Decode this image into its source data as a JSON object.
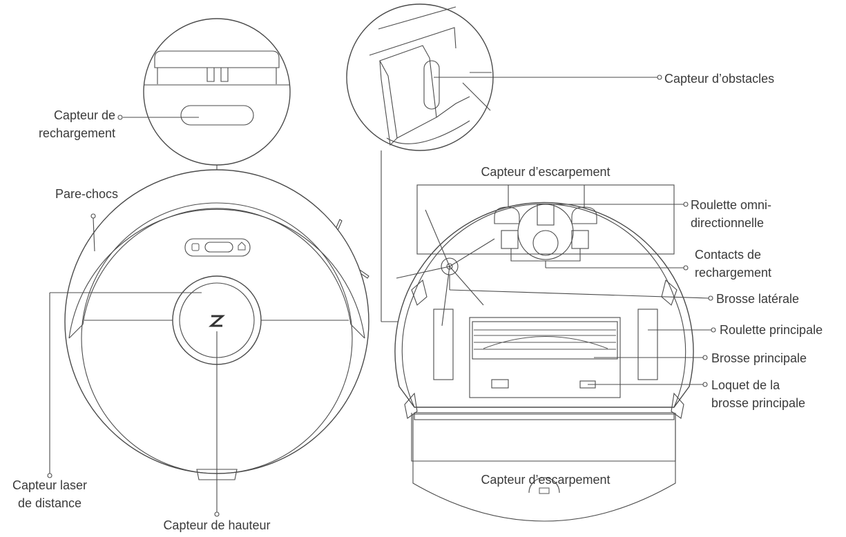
{
  "labels": {
    "charging_sensor": [
      "Capteur de",
      "rechargement"
    ],
    "bumper": "Pare-chocs",
    "laser_sensor": [
      "Capteur laser",
      "de distance"
    ],
    "height_sensor": "Capteur de hauteur",
    "obstacle_sensor": "Capteur d’obstacles",
    "cliff_sensor_top": "Capteur d’escarpement",
    "omni_wheel": [
      "Roulette omni-",
      "directionnelle"
    ],
    "charging_contacts": [
      "Contacts de",
      "rechargement"
    ],
    "side_brush": "Brosse latérale",
    "main_wheel": "Roulette principale",
    "main_brush": "Brosse principale",
    "brush_latch": [
      "Loquet de la",
      "brosse principale"
    ],
    "cliff_sensor_bottom": "Capteur d’escarpement"
  },
  "icons": [
    "brand-logo-icon",
    "spot-clean-icon",
    "power-button-icon",
    "home-icon"
  ]
}
